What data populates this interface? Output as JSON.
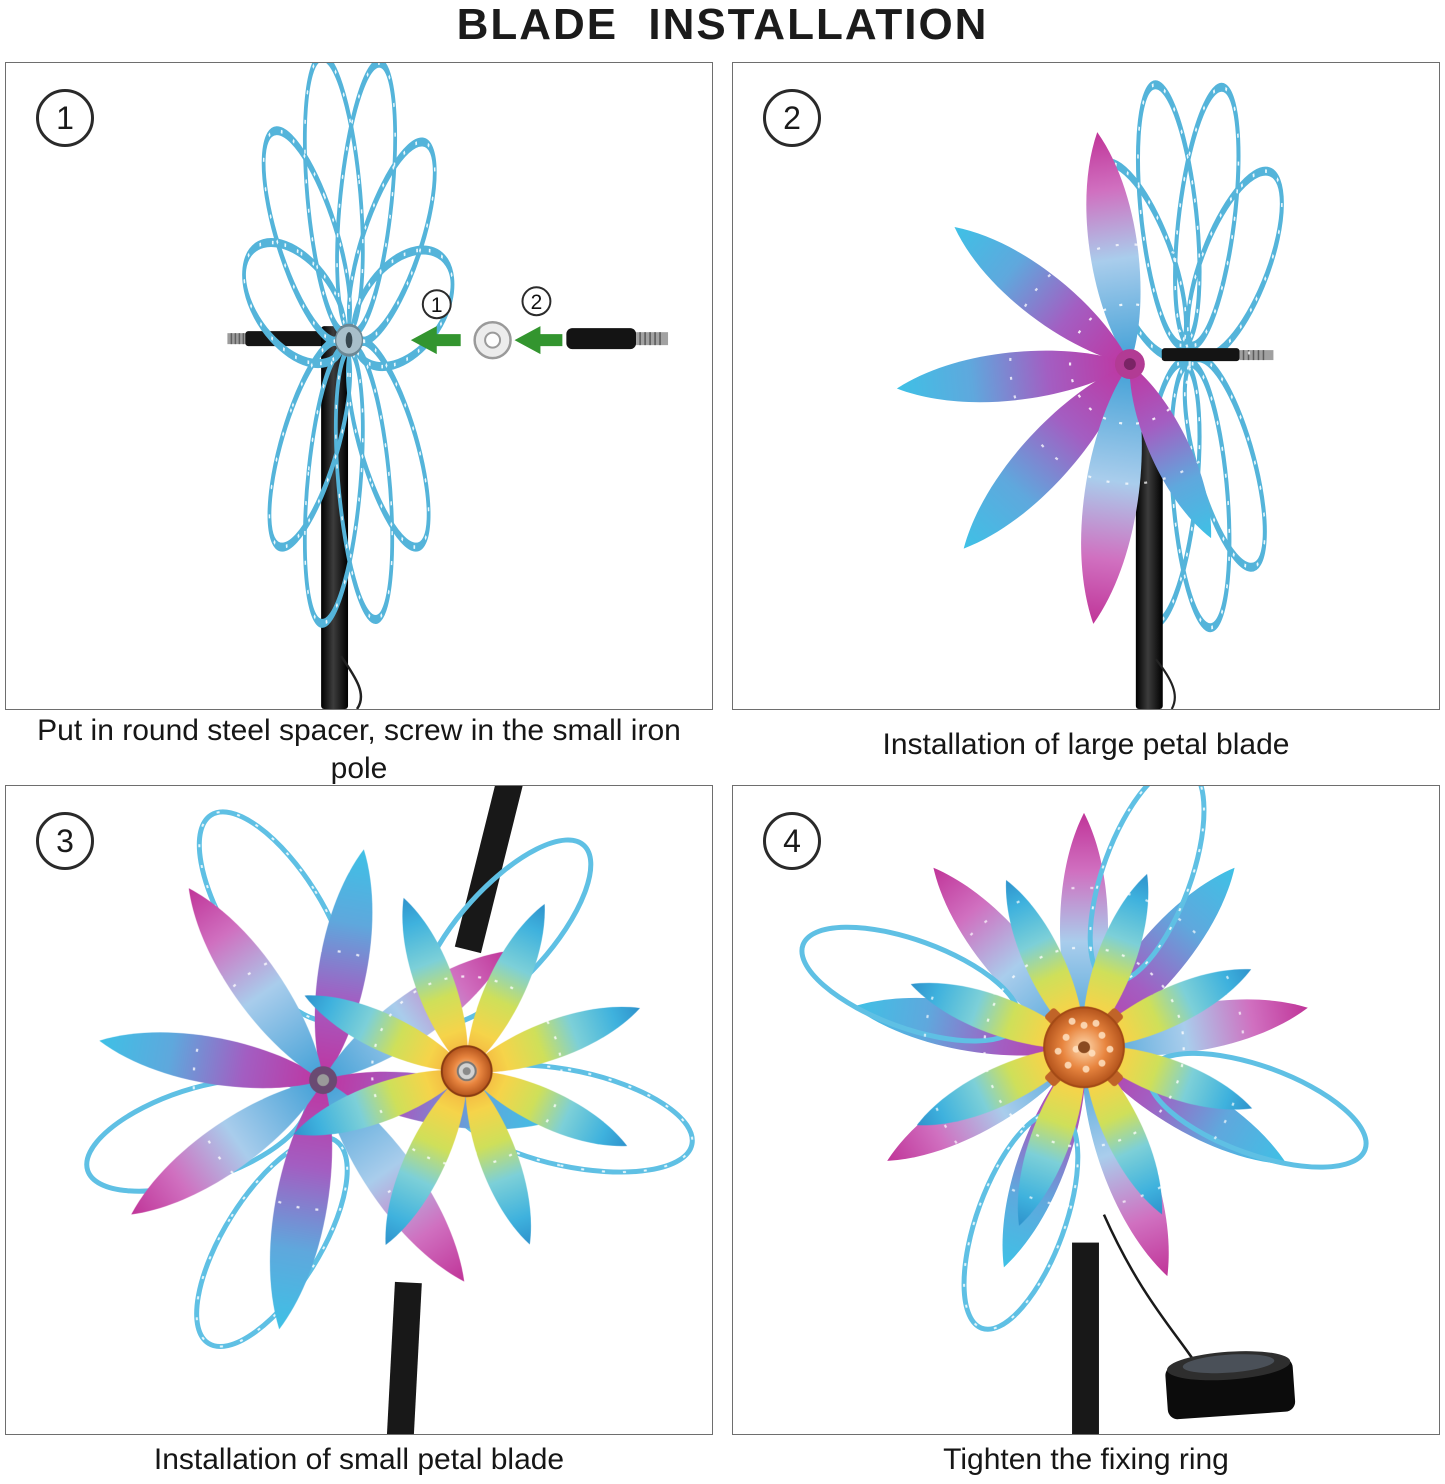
{
  "title": "BLADE INSTALLATION",
  "steps": [
    {
      "number": "1",
      "caption": "Put in round steel spacer, screw in the small iron pole"
    },
    {
      "number": "2",
      "caption": "Installation of large petal blade"
    },
    {
      "number": "3",
      "caption": "Installation of small petal blade"
    },
    {
      "number": "4",
      "caption": "Tighten the fixing ring"
    }
  ],
  "panel1_labels": {
    "spacer": "1",
    "pole": "2"
  },
  "colors": {
    "wire_blue": "#54b4da",
    "petal_magenta": "#c034a0",
    "petal_blue": "#2f94cf",
    "rainbow_orange": "#f29f3a",
    "hub_copper": "#c96a2a",
    "arrow_green": "#33952f",
    "pole_black": "#161616"
  }
}
